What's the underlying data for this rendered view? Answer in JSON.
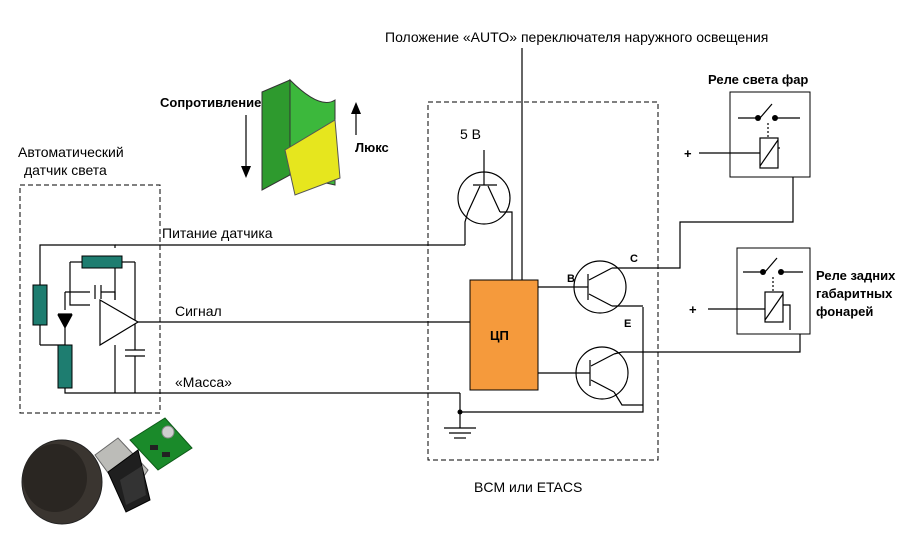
{
  "labels": {
    "auto_switch": "Положение «AUTO» переключателя наружного освещения",
    "headlight_relay": "Реле света фар",
    "tail_relay_1": "Реле задних",
    "tail_relay_2": "габаритных",
    "tail_relay_3": "фонарей",
    "sensor_title_1": "Автоматический",
    "sensor_title_2": "датчик света",
    "resistance": "Сопротивление",
    "lux": "Люкс",
    "five_volt": "5 В",
    "sensor_power": "Питание датчика",
    "signal": "Сигнал",
    "ground": "«Масса»",
    "cpu": "ЦП",
    "bcm": "BCM или ETACS",
    "pin_b": "B",
    "pin_c": "C",
    "pin_e": "E",
    "plus_1": "+",
    "plus_2": "+"
  },
  "colors": {
    "cpu_fill": "#f59a3c",
    "resistor_fill": "#1e7d70",
    "photo_green": "#2e9a2e",
    "photo_yellow": "#e6e61e"
  }
}
